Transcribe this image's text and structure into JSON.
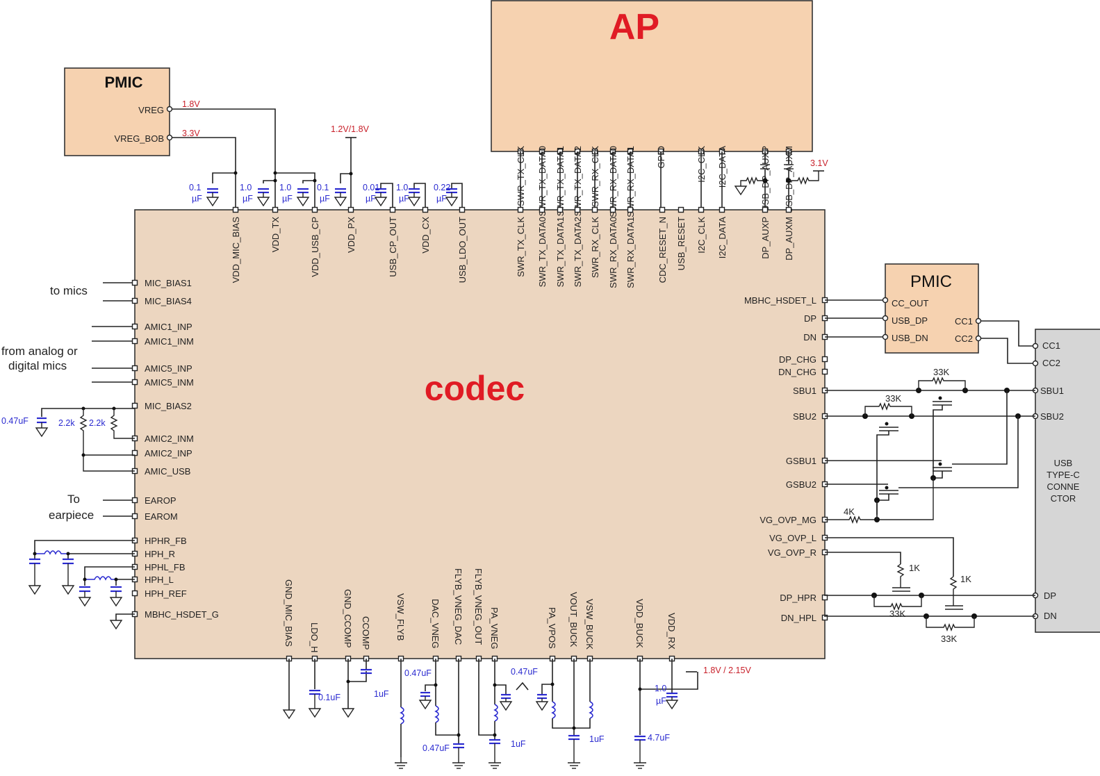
{
  "title": "Codec / AP / PMIC / USB Type-C schematic",
  "colors": {
    "block_fill": "#f6d2b0",
    "codec_fill": "#ecd6c0",
    "usb_fill": "#d6d6d6",
    "title_red": "#e01b24",
    "voltage_red": "#c8202a",
    "component_blue": "#2a2ad0"
  },
  "blocks": {
    "ap": {
      "label": "AP",
      "pins": [
        "SWR_TX_CLK",
        "SWR_TX_DATA0",
        "SWR_TX_DATA1",
        "SWR_TX_DATA2",
        "SWR_RX_CLK",
        "SWR_RX_DATA0",
        "SWR_RX_DATA1",
        "GPIO",
        "I2C_CLK",
        "I2C_DATA",
        "USB_DP_AUXP",
        "USB_DP_AUXM"
      ]
    },
    "pmic_top": {
      "label": "PMIC",
      "pins": [
        "VREG",
        "VREG_BOB"
      ]
    },
    "pmic_right": {
      "label": "PMIC",
      "left_pins": [
        "CC_OUT",
        "USB_DP",
        "USB_DN"
      ],
      "right_pins": [
        "CC1",
        "CC2"
      ]
    },
    "codec": {
      "label": "codec",
      "top_pins": [
        "VDD_MIC_BIAS",
        "VDD_TX",
        "VDD_USB_CP",
        "VDD_PX",
        "USB_CP_OUT",
        "VDD_CX",
        "USB_LDO_OUT",
        "SWR_TX_CLK",
        "SWR_TX_DATA0",
        "SWR_TX_DATA1",
        "SWR_TX_DATA2",
        "SWR_RX_CLK",
        "SWR_RX_DATA0",
        "SWR_RX_DATA1",
        "CDC_RESET_N",
        "USB_RESET",
        "I2C_CLK",
        "I2C_DATA",
        "DP_AUXP",
        "DP_AUXM"
      ],
      "left_pins": [
        "MIC_BIAS1",
        "MIC_BIAS4",
        "AMIC1_INP",
        "AMIC1_INM",
        "AMIC5_INP",
        "AMIC5_INM",
        "MIC_BIAS2",
        "AMIC2_INM",
        "AMIC2_INP",
        "AMIC_USB",
        "EAROP",
        "EAROM",
        "HPHR_FB",
        "HPH_R",
        "HPHL_FB",
        "HPH_L",
        "HPH_REF",
        "MBHC_HSDET_G"
      ],
      "right_pins": [
        "MBHC_HSDET_L",
        "DP",
        "DN",
        "DP_CHG",
        "DN_CHG",
        "SBU1",
        "SBU2",
        "GSBU1",
        "GSBU2",
        "VG_OVP_MG",
        "VG_OVP_L",
        "VG_OVP_R",
        "DP_HPR",
        "DN_HPL"
      ],
      "bottom_pins": [
        "GND_MIC_BIAS",
        "LDO_H",
        "GND_CCOMP",
        "CCOMP",
        "VSW_FLYB",
        "DAC_VNEG",
        "FLYB_VNEG_DAC",
        "FLYB_VNEG_OUT",
        "PA_VNEG",
        "PA_VPOS",
        "VOUT_BUCK",
        "VSW_BUCK",
        "VDD_BUCK",
        "VDD_RX"
      ]
    },
    "usb": {
      "label_lines": [
        "USB",
        "TYPE-C",
        "CONNE",
        "CTOR"
      ],
      "pins": [
        "CC1",
        "CC2",
        "SBU1",
        "SBU2",
        "DP",
        "DN"
      ]
    }
  },
  "annotations": {
    "to_mics": "to mics",
    "from_mics_1": "from analog or",
    "from_mics_2": "digital mics",
    "to_earpiece_1": "To",
    "to_earpiece_2": "earpiece"
  },
  "voltages": {
    "vreg": "1.8V",
    "vreg_bob": "3.3V",
    "vdd_px": "1.2V/1.8V",
    "aux": "3.1V",
    "vdd_rx": "1.8V / 2.15V"
  },
  "components": {
    "top_caps": [
      {
        "v": "0.1",
        "u": "µF"
      },
      {
        "v": "1.0",
        "u": "µF"
      },
      {
        "v": "1.0",
        "u": "µF"
      },
      {
        "v": "0.1",
        "u": "µF"
      },
      {
        "v": "0.01",
        "u": "µF"
      },
      {
        "v": "1.0",
        "u": "µF"
      },
      {
        "v": "0.22",
        "u": "µF"
      }
    ],
    "mic_cap": "0.47uF",
    "mic_res_1": "2.2k",
    "mic_res_2": "2.2k",
    "sbu1_res": "33K",
    "sbu2_res": "33K",
    "ovp_res": "4K",
    "dp_gate_res": "1K",
    "dn_gate_res": "1K",
    "dp_res": "33K",
    "dn_res": "33K",
    "ldo_cap": "0.1uF",
    "ccomp_cap": "1uF",
    "dac_cap_top": "0.47uF",
    "dac_cap_bot": "0.47uF",
    "pa_caps": "0.47uF",
    "pa_vneg_cap": "1uF",
    "vout_buck_cap": "1uF",
    "vdd_rx_cap_v": "1.0",
    "vdd_rx_cap_u": "µF",
    "vdd_buck_cap": "4.7uF"
  }
}
